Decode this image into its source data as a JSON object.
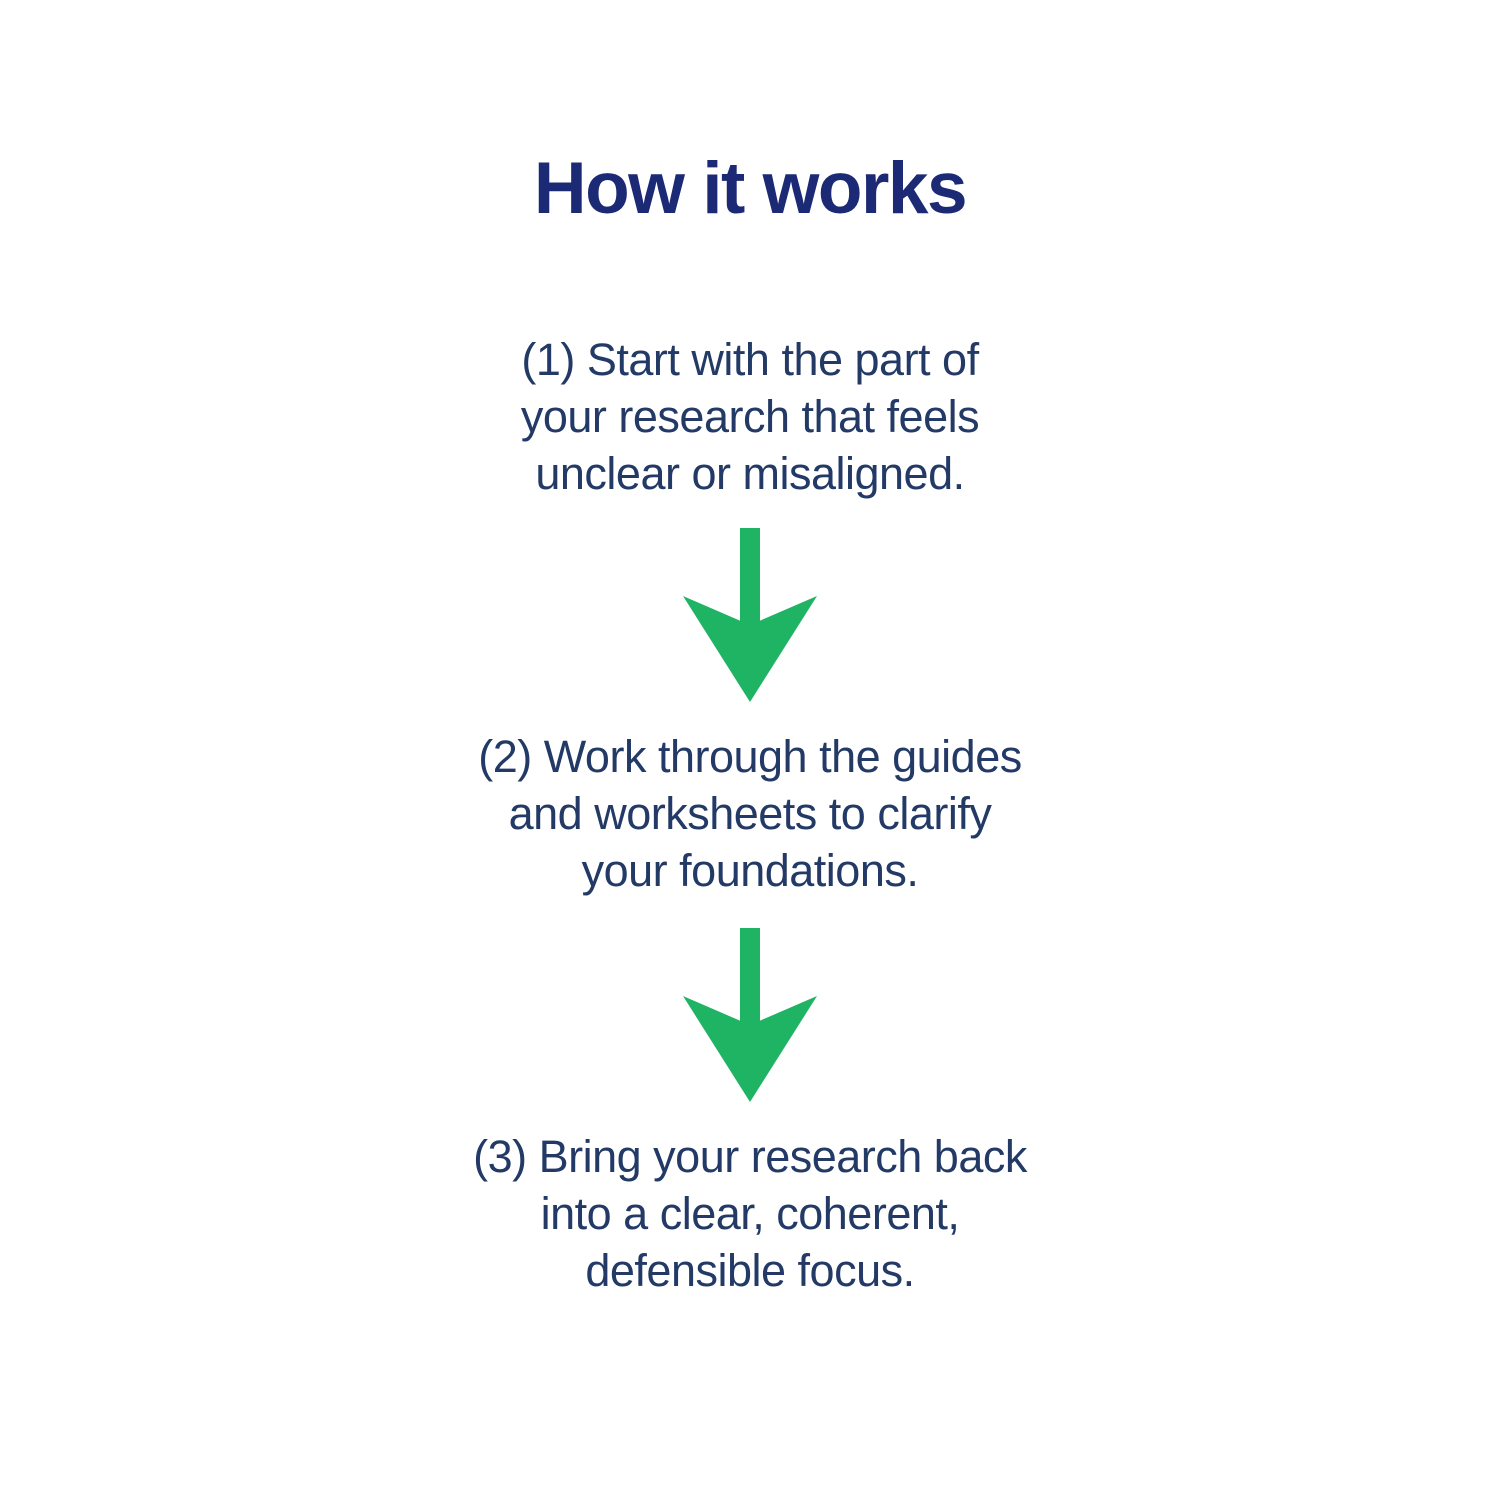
{
  "page": {
    "title": "How it works"
  },
  "steps": [
    {
      "lines": [
        "(1) Start with the part of",
        "your research that feels",
        "unclear or misaligned."
      ]
    },
    {
      "lines": [
        "(2) Work through the guides",
        "and worksheets to clarify",
        "your foundations."
      ]
    },
    {
      "lines": [
        "(3) Bring your research back",
        "into a clear, coherent,",
        "defensible focus."
      ]
    }
  ],
  "icons": {
    "arrow_1": "down-arrow-icon",
    "arrow_2": "down-arrow-icon"
  },
  "colors": {
    "background": "#ffffff",
    "title_text": "#1c2a75",
    "body_text": "#233a66",
    "arrow_green": "#1fb464"
  }
}
